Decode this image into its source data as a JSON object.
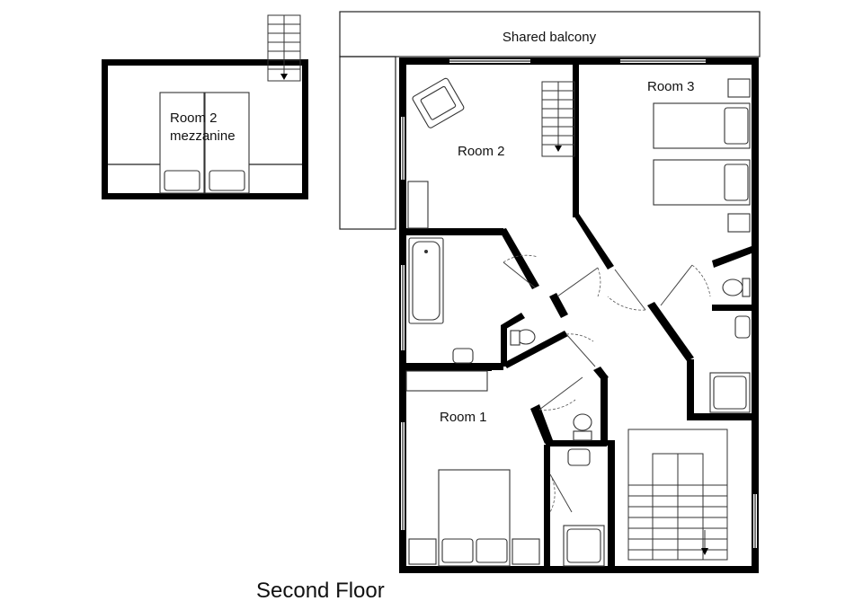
{
  "floor_title": "Second Floor",
  "rooms": {
    "shared_balcony": "Shared balcony",
    "room2_mezzanine_line1": "Room 2",
    "room2_mezzanine_line2": "mezzanine",
    "room2": "Room 2",
    "room3": "Room 3",
    "room1": "Room 1"
  }
}
